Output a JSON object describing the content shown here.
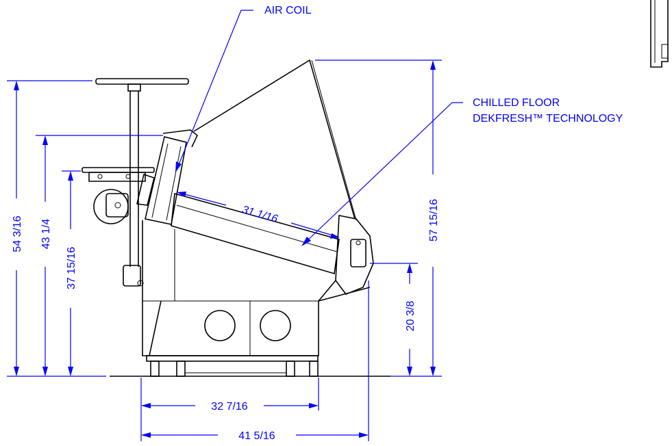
{
  "callouts": {
    "air_coil": "AIR COIL",
    "chilled_floor_line1": "CHILLED FLOOR",
    "chilled_floor_line2": "DEKFRESH™ TECHNOLOGY"
  },
  "dimensions": {
    "overall_height_left": "54  3/16",
    "glass_height": "43  1/4",
    "shelf_height": "37  15/16",
    "overall_height_right": "57  15/16",
    "front_height": "20  3/8",
    "deck_depth": "31  1/16",
    "base_width": "32  7/16",
    "overall_depth": "41  5/16"
  },
  "colors": {
    "dimension": "#0000ff",
    "object": "#000000",
    "background": "#ffffff"
  }
}
